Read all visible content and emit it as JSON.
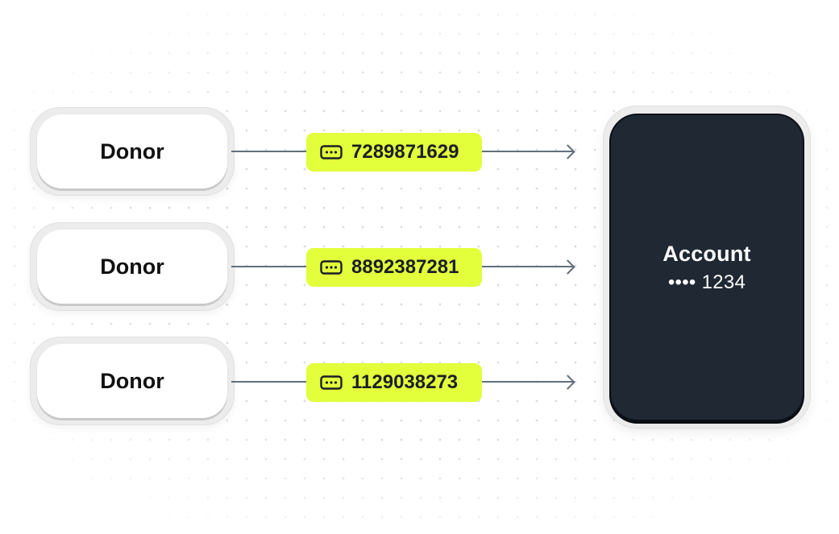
{
  "donors": [
    {
      "label": "Donor",
      "reference": "7289871629"
    },
    {
      "label": "Donor",
      "reference": "8892387281"
    },
    {
      "label": "Donor",
      "reference": "1129038273"
    }
  ],
  "account": {
    "title": "Account",
    "number": "•••• 1234"
  },
  "icons": {
    "reference": "dots-tag-icon",
    "arrow": "arrow-right-icon"
  },
  "colors": {
    "pill": "#e3ff3c",
    "account_card": "#1f2833",
    "connector": "#62707d",
    "donor_card": "#ffffff"
  }
}
